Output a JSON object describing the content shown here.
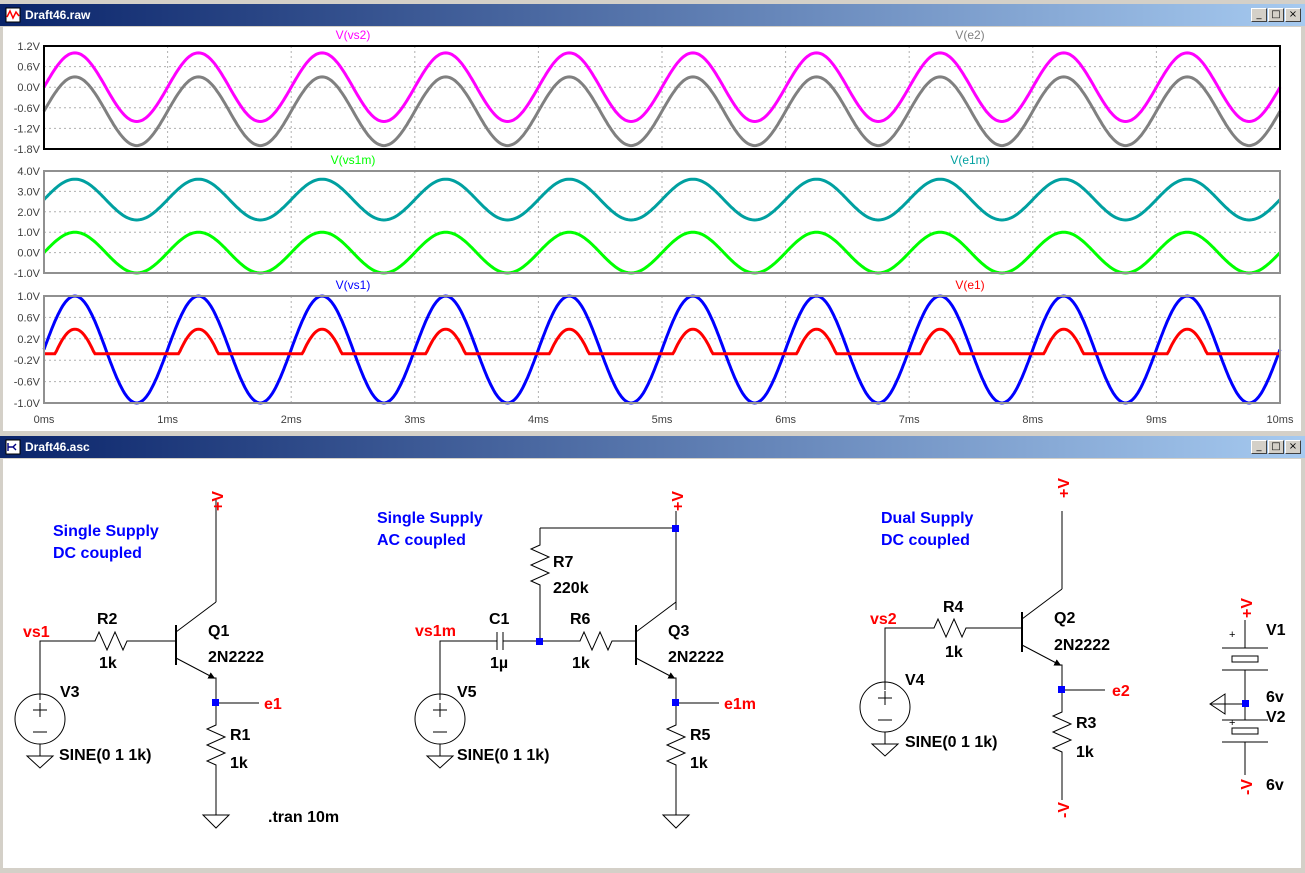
{
  "waveform_window": {
    "title": "Draft46.raw",
    "buttons": [
      "_",
      "□",
      "×"
    ]
  },
  "schematic_window": {
    "title": "Draft46.asc",
    "buttons": [
      "_",
      "□",
      "×"
    ]
  },
  "x_axis": {
    "ticks": [
      "0ms",
      "1ms",
      "2ms",
      "3ms",
      "4ms",
      "5ms",
      "6ms",
      "7ms",
      "8ms",
      "9ms",
      "10ms"
    ],
    "range_ms": [
      0,
      10
    ]
  },
  "chart_data": [
    {
      "type": "line",
      "ylim": [
        -1.8,
        1.2
      ],
      "y_ticks": [
        "1.2V",
        "0.6V",
        "0.0V",
        "-0.6V",
        "-1.2V",
        "-1.8V"
      ],
      "series": [
        {
          "name": "V(vs2)",
          "color": "#ff00ff",
          "amplitude": 1.0,
          "offset": 0.0,
          "frequency_khz": 1,
          "clip": null
        },
        {
          "name": "V(e2)",
          "color": "#808080",
          "amplitude": 1.0,
          "offset": -0.7,
          "frequency_khz": 1,
          "clip": null
        }
      ]
    },
    {
      "type": "line",
      "ylim": [
        -1.0,
        4.0
      ],
      "y_ticks": [
        "4.0V",
        "3.0V",
        "2.0V",
        "1.0V",
        "0.0V",
        "-1.0V"
      ],
      "series": [
        {
          "name": "V(vs1m)",
          "color": "#00ff00",
          "amplitude": 1.0,
          "offset": 0.0,
          "frequency_khz": 1,
          "clip": null
        },
        {
          "name": "V(e1m)",
          "color": "#00a0a0",
          "amplitude": 1.0,
          "offset": 2.6,
          "frequency_khz": 1,
          "clip": null
        }
      ]
    },
    {
      "type": "line",
      "ylim": [
        -1.0,
        1.0
      ],
      "y_ticks": [
        "1.0V",
        "0.6V",
        "0.2V",
        "-0.2V",
        "-0.6V",
        "-1.0V"
      ],
      "series": [
        {
          "name": "V(vs1)",
          "color": "#0000ff",
          "amplitude": 1.0,
          "offset": 0.0,
          "frequency_khz": 1,
          "clip": null
        },
        {
          "name": "V(e1)",
          "color": "#ff0000",
          "amplitude": 1.0,
          "offset": -0.62,
          "frequency_khz": 1,
          "clip": -0.0
        }
      ]
    }
  ],
  "schematic": {
    "circuit1": {
      "heading1": "Single Supply",
      "heading2": "DC coupled",
      "vs_net": "vs1",
      "r_name": "R2",
      "r_val": "1k",
      "q_name": "Q1",
      "q_model": "2N2222",
      "supply": "+V",
      "out_net": "e1",
      "re_name": "R1",
      "re_val": "1k",
      "src_name": "V3",
      "src_spec": "SINE(0 1 1k)",
      "directive": ".tran 10m"
    },
    "circuit2": {
      "heading1": "Single Supply",
      "heading2": "AC coupled",
      "vs_net": "vs1m",
      "c_name": "C1",
      "c_val": "1µ",
      "rb_name": "R7",
      "rb_val": "220k",
      "r_name": "R6",
      "r_val": "1k",
      "q_name": "Q3",
      "q_model": "2N2222",
      "supply": "+V",
      "out_net": "e1m",
      "re_name": "R5",
      "re_val": "1k",
      "src_name": "V5",
      "src_spec": "SINE(0 1 1k)"
    },
    "circuit3": {
      "heading1": "Dual Supply",
      "heading2": "DC coupled",
      "vs_net": "vs2",
      "r_name": "R4",
      "r_val": "1k",
      "q_name": "Q2",
      "q_model": "2N2222",
      "supply_pos": "+V",
      "supply_neg": "-V",
      "out_net": "e2",
      "re_name": "R3",
      "re_val": "1k",
      "src_name": "V4",
      "src_spec": "SINE(0 1 1k)"
    },
    "supplies": {
      "v1_name": "V1",
      "v1_val": "6v",
      "v2_name": "V2",
      "v2_val": "6v",
      "pos": "+V",
      "neg": "-V"
    }
  }
}
